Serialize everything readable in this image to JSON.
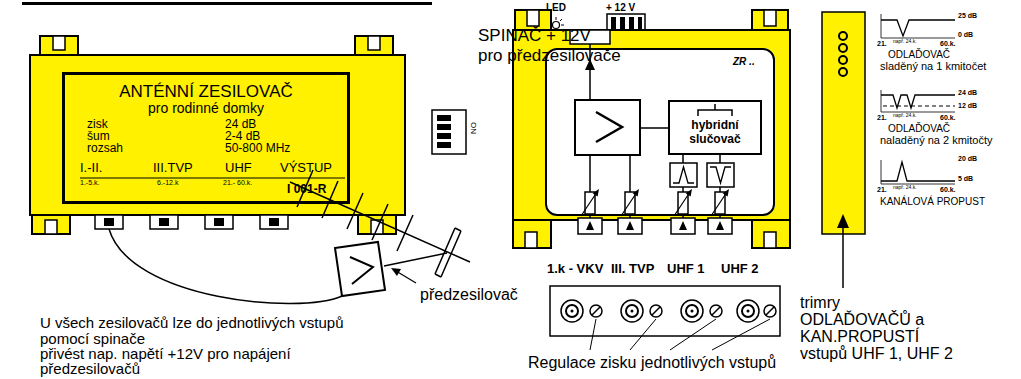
{
  "diagram": {
    "nodes": [
      {
        "text": [
          "ANTÉNNÍ ZESILOVAČ",
          "pro rodinné domky",
          "zisk",
          "24 dB",
          "šum",
          "2-4 dB",
          "rozsah",
          "50-800 MHz",
          "I.-II.",
          "1.-5.k.",
          "III.TVP",
          "6.-12.k",
          "UHF",
          "21.- 60.k.",
          "VÝSTUP",
          "I 001-R"
        ]
      },
      {
        "text": [
          "ZR .."
        ]
      },
      {
        "text": [
          "hybridní slučovač"
        ],
        "in": 1
      }
    ],
    "labels": [
      "SPINAČ + 12V",
      "pro předzesilovače",
      "ON",
      "předzesilovač",
      "U všech zesilovačů lze do jednotlivých vstupů",
      "pomocí spinače",
      "přivést nap. napětí +12V pro napájení",
      "předzesilovačů",
      "LED",
      "+ 12 V",
      "1.k - VKV",
      "III. TVP",
      "UHF 1",
      "UHF 2",
      "Regulace zisku jednotlivých vstupů",
      "trimry",
      "ODLAĎOVAČŮ a",
      "KAN.PROPUSTÍ",
      "vstupů UHF 1, UHF 2",
      "25 dB",
      "0 dB",
      "21.",
      "např. 24.k.",
      "60.k.",
      "ODLAĎOVAČ",
      "sladěný na 1 kmitočet",
      "24 dB",
      "12 dB",
      "21.",
      "např. 24.k.",
      "60.k.",
      "ODLAĎOVAČ",
      "naladěný na 2 kmitočty",
      "20 dB",
      "5 dB",
      "21.",
      "např. 24.k.",
      "60.k.",
      "KANÁLOVÁ PROPUST"
    ]
  }
}
